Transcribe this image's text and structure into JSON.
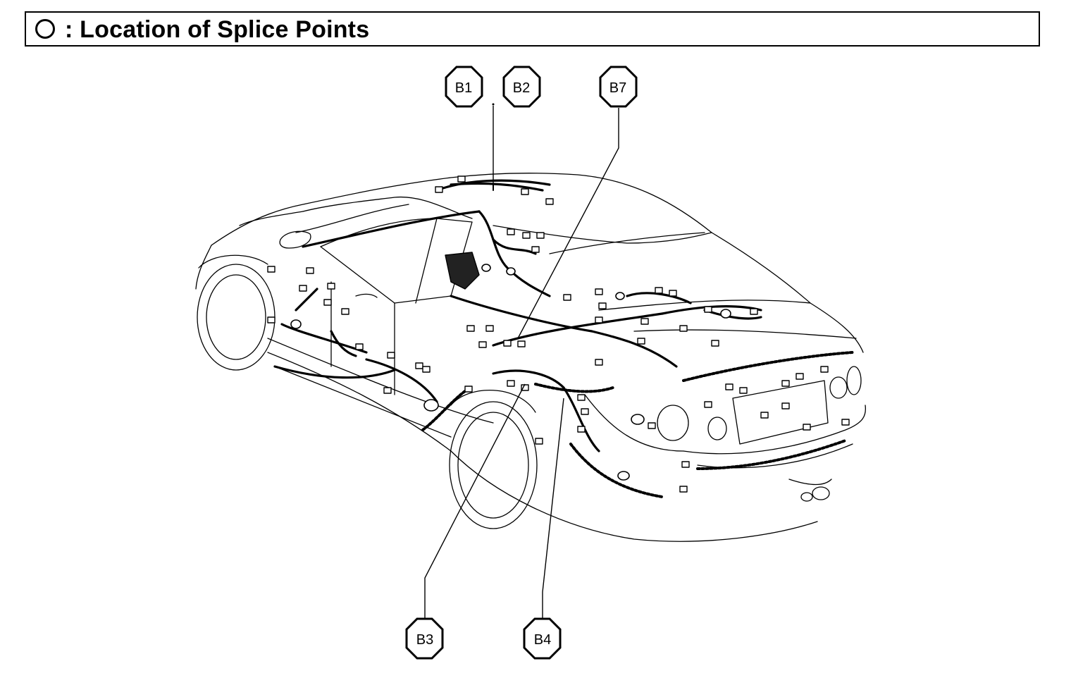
{
  "header": {
    "title": ": Location of Splice Points",
    "legend_icon": "circle-icon"
  },
  "splice_points": {
    "b1": "B1",
    "b2": "B2",
    "b7": "B7",
    "b3": "B3",
    "b4": "B4"
  },
  "colors": {
    "ink": "#000000",
    "background": "#ffffff"
  }
}
